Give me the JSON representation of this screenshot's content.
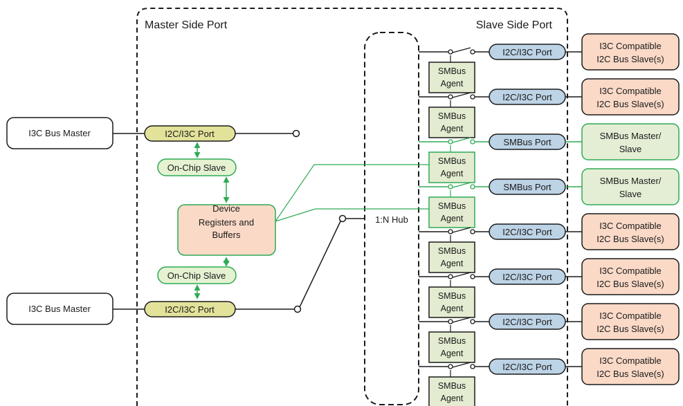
{
  "colors": {
    "port_yellow": "#e2e29a",
    "port_blue": "#bdd3e6",
    "onchip_green": "#e4f2d2",
    "registers_salmon": "#fad9c7",
    "slave_salmon": "#fad9c7",
    "smbus_agent": "#e3ecd0",
    "smbus_master": "#e4eed5",
    "green_line": "#2eaa55",
    "black_line": "#1a1a1a"
  },
  "sections": {
    "master_side": "Master Side Port",
    "slave_side": "Slave Side Port"
  },
  "masters": [
    {
      "label": "I3C Bus Master",
      "port": "I2C/I3C Port",
      "onchip": "On-Chip Slave"
    },
    {
      "label": "I3C Bus Master",
      "port": "I2C/I3C Port",
      "onchip": "On-Chip Slave"
    }
  ],
  "registers": {
    "line1": "Device",
    "line2": "Registers and",
    "line3": "Buffers"
  },
  "hub": "1:N Hub",
  "agent": {
    "line1": "SMBus",
    "line2": "Agent"
  },
  "slave_rows": [
    {
      "port": "I2C/I3C Port",
      "kind": "i3c",
      "dev1": "I3C Compatible",
      "dev2": "I2C Bus Slave(s)"
    },
    {
      "port": "I2C/I3C Port",
      "kind": "i3c",
      "dev1": "I3C Compatible",
      "dev2": "I2C Bus Slave(s)"
    },
    {
      "port": "SMBus Port",
      "kind": "smbus",
      "dev1": "SMBus Master/",
      "dev2": "Slave"
    },
    {
      "port": "SMBus Port",
      "kind": "smbus",
      "dev1": "SMBus Master/",
      "dev2": "Slave"
    },
    {
      "port": "I2C/I3C Port",
      "kind": "i3c",
      "dev1": "I3C Compatible",
      "dev2": "I2C Bus Slave(s)"
    },
    {
      "port": "I2C/I3C Port",
      "kind": "i3c",
      "dev1": "I3C Compatible",
      "dev2": "I2C Bus Slave(s)"
    },
    {
      "port": "I2C/I3C Port",
      "kind": "i3c",
      "dev1": "I3C Compatible",
      "dev2": "I2C Bus Slave(s)"
    },
    {
      "port": "I2C/I3C Port",
      "kind": "i3c",
      "dev1": "I3C Compatible",
      "dev2": "I2C Bus Slave(s)"
    }
  ]
}
